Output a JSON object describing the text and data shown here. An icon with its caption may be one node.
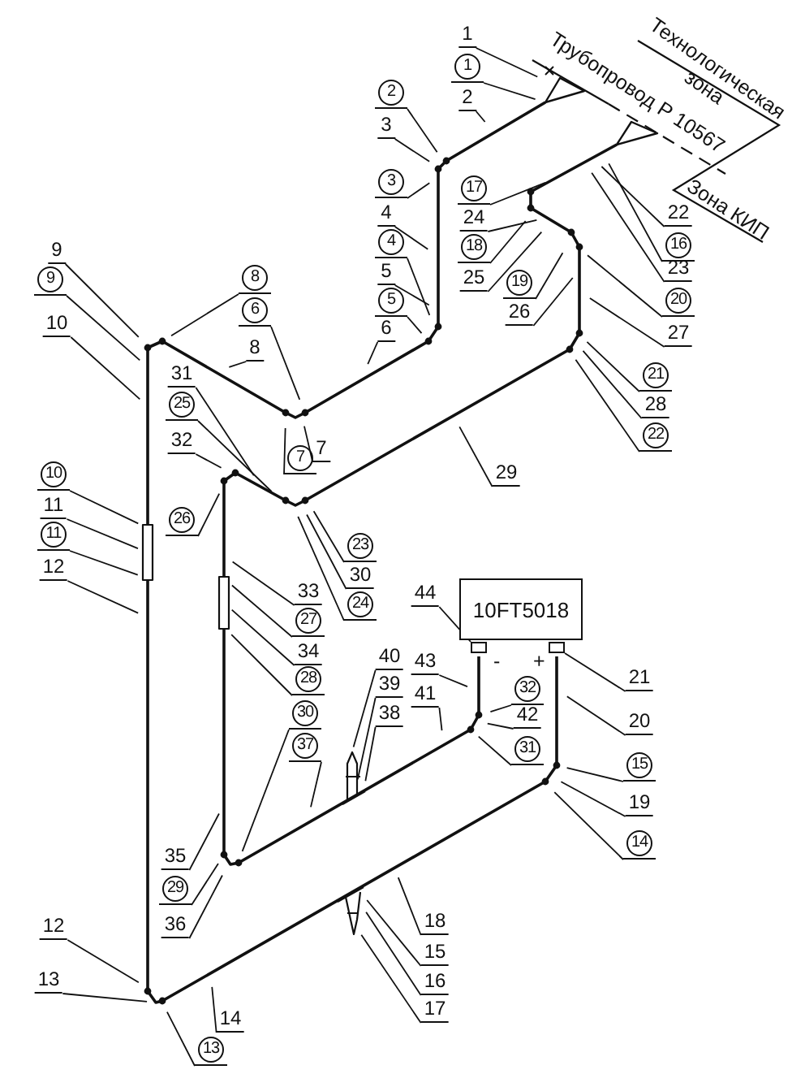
{
  "diagram": {
    "nodes": [
      {
        "text": [
          "10FT5018"
        ]
      },
      {
        "text": [
          "1"
        ]
      },
      {
        "text": [
          "1"
        ]
      },
      {
        "text": [
          "2"
        ]
      },
      {
        "text": [
          "2"
        ]
      },
      {
        "text": [
          "3"
        ]
      },
      {
        "text": [
          "3"
        ]
      },
      {
        "text": [
          "4"
        ]
      },
      {
        "text": [
          "4"
        ]
      },
      {
        "text": [
          "5"
        ]
      },
      {
        "text": [
          "5"
        ]
      },
      {
        "text": [
          "6"
        ]
      },
      {
        "text": [
          "8"
        ]
      },
      {
        "text": [
          "6"
        ]
      },
      {
        "text": [
          "8"
        ]
      },
      {
        "text": [
          "9"
        ]
      },
      {
        "text": [
          "9"
        ]
      },
      {
        "text": [
          "10"
        ]
      },
      {
        "text": [
          "7"
        ]
      },
      {
        "text": [
          "7"
        ]
      },
      {
        "text": [
          "31"
        ]
      },
      {
        "text": [
          "25"
        ]
      },
      {
        "text": [
          "32"
        ]
      },
      {
        "text": [
          "26"
        ]
      },
      {
        "text": [
          "23"
        ]
      },
      {
        "text": [
          "30"
        ]
      },
      {
        "text": [
          "24"
        ]
      },
      {
        "text": [
          "10"
        ]
      },
      {
        "text": [
          "11"
        ]
      },
      {
        "text": [
          "11"
        ]
      },
      {
        "text": [
          "12"
        ]
      },
      {
        "text": [
          "33"
        ]
      },
      {
        "text": [
          "27"
        ]
      },
      {
        "text": [
          "34"
        ]
      },
      {
        "text": [
          "28"
        ]
      },
      {
        "text": [
          "30"
        ]
      },
      {
        "text": [
          "37"
        ]
      },
      {
        "text": [
          "35"
        ]
      },
      {
        "text": [
          "29"
        ]
      },
      {
        "text": [
          "36"
        ]
      },
      {
        "text": [
          "12"
        ]
      },
      {
        "text": [
          "13"
        ]
      },
      {
        "text": [
          "13"
        ]
      },
      {
        "text": [
          "14"
        ]
      },
      {
        "text": [
          "17"
        ]
      },
      {
        "text": [
          "24"
        ]
      },
      {
        "text": [
          "18"
        ]
      },
      {
        "text": [
          "25"
        ]
      },
      {
        "text": [
          "19"
        ]
      },
      {
        "text": [
          "26"
        ]
      },
      {
        "text": [
          "22"
        ]
      },
      {
        "text": [
          "16"
        ]
      },
      {
        "text": [
          "23"
        ]
      },
      {
        "text": [
          "20"
        ]
      },
      {
        "text": [
          "27"
        ]
      },
      {
        "text": [
          "21"
        ]
      },
      {
        "text": [
          "28"
        ]
      },
      {
        "text": [
          "22"
        ]
      },
      {
        "text": [
          "29"
        ]
      },
      {
        "text": [
          "44"
        ]
      },
      {
        "text": [
          "21"
        ]
      },
      {
        "text": [
          "20"
        ]
      },
      {
        "text": [
          "15"
        ]
      },
      {
        "text": [
          "19"
        ]
      },
      {
        "text": [
          "14"
        ]
      },
      {
        "text": [
          "43"
        ]
      },
      {
        "text": [
          "41"
        ]
      },
      {
        "text": [
          "40"
        ]
      },
      {
        "text": [
          "39"
        ]
      },
      {
        "text": [
          "38"
        ]
      },
      {
        "text": [
          "32"
        ]
      },
      {
        "text": [
          "42"
        ]
      },
      {
        "text": [
          "31"
        ]
      },
      {
        "text": [
          "18"
        ]
      },
      {
        "text": [
          "15"
        ]
      },
      {
        "text": [
          "16"
        ]
      },
      {
        "text": [
          "17"
        ]
      },
      {
        "text": [],
        "shape": "box"
      },
      {
        "text": [],
        "shape": "box"
      }
    ],
    "edges": [
      {
        "from": 1,
        "to": null,
        "arrow": "none"
      },
      {
        "from": 2,
        "to": null,
        "arrow": "none"
      },
      {
        "from": 3,
        "to": null,
        "arrow": "none"
      },
      {
        "from": 4,
        "to": null,
        "arrow": "none"
      },
      {
        "from": 5,
        "to": null,
        "arrow": "none"
      },
      {
        "from": 6,
        "to": null,
        "arrow": "none"
      },
      {
        "from": 7,
        "to": null,
        "arrow": "none"
      },
      {
        "from": 8,
        "to": null,
        "arrow": "none"
      },
      {
        "from": 9,
        "to": null,
        "arrow": "none"
      },
      {
        "from": 10,
        "to": null,
        "arrow": "none"
      },
      {
        "from": 11,
        "to": null,
        "arrow": "none"
      },
      {
        "from": 12,
        "to": null,
        "arrow": "none"
      },
      {
        "from": 13,
        "to": null,
        "arrow": "none"
      },
      {
        "from": 14,
        "to": null,
        "arrow": "none"
      },
      {
        "from": 15,
        "to": null,
        "arrow": "none"
      },
      {
        "from": 16,
        "to": null,
        "arrow": "none"
      },
      {
        "from": 17,
        "to": null,
        "arrow": "none"
      },
      {
        "from": 18,
        "to": null,
        "arrow": "none"
      },
      {
        "from": 19,
        "to": null,
        "arrow": "none"
      },
      {
        "from": 20,
        "to": null,
        "arrow": "none"
      },
      {
        "from": 21,
        "to": null,
        "arrow": "none"
      },
      {
        "from": 22,
        "to": null,
        "arrow": "none"
      },
      {
        "from": 23,
        "to": null,
        "arrow": "none"
      },
      {
        "from": 24,
        "to": null,
        "arrow": "none"
      },
      {
        "from": 25,
        "to": null,
        "arrow": "none"
      },
      {
        "from": 26,
        "to": null,
        "arrow": "none"
      },
      {
        "from": 27,
        "to": null,
        "arrow": "none"
      },
      {
        "from": 28,
        "to": null,
        "arrow": "none"
      },
      {
        "from": 29,
        "to": null,
        "arrow": "none"
      },
      {
        "from": 30,
        "to": null,
        "arrow": "none"
      },
      {
        "from": 31,
        "to": null,
        "arrow": "none"
      },
      {
        "from": 32,
        "to": null,
        "arrow": "none"
      },
      {
        "from": 33,
        "to": null,
        "arrow": "none"
      },
      {
        "from": 34,
        "to": null,
        "arrow": "none"
      },
      {
        "from": 35,
        "to": null,
        "arrow": "none"
      },
      {
        "from": 36,
        "to": null,
        "arrow": "none"
      },
      {
        "from": 37,
        "to": null,
        "arrow": "none"
      },
      {
        "from": 38,
        "to": null,
        "arrow": "none"
      },
      {
        "from": 39,
        "to": null,
        "arrow": "none"
      },
      {
        "from": 40,
        "to": null,
        "arrow": "none"
      },
      {
        "from": 41,
        "to": null,
        "arrow": "none"
      },
      {
        "from": 42,
        "to": null,
        "arrow": "none"
      },
      {
        "from": 43,
        "to": null,
        "arrow": "none"
      },
      {
        "from": 44,
        "to": null,
        "arrow": "none"
      },
      {
        "from": 45,
        "to": null,
        "arrow": "none"
      },
      {
        "from": 46,
        "to": null,
        "arrow": "none"
      },
      {
        "from": 47,
        "to": null,
        "arrow": "none"
      },
      {
        "from": 48,
        "to": null,
        "arrow": "none"
      },
      {
        "from": 49,
        "to": null,
        "arrow": "none"
      },
      {
        "from": 50,
        "to": null,
        "arrow": "none"
      },
      {
        "from": 51,
        "to": null,
        "arrow": "none"
      },
      {
        "from": 52,
        "to": null,
        "arrow": "none"
      },
      {
        "from": 53,
        "to": null,
        "arrow": "none"
      },
      {
        "from": 54,
        "to": null,
        "arrow": "none"
      },
      {
        "from": 55,
        "to": null,
        "arrow": "none"
      },
      {
        "from": 56,
        "to": null,
        "arrow": "none"
      },
      {
        "from": 57,
        "to": null,
        "arrow": "none"
      },
      {
        "from": 58,
        "to": null,
        "arrow": "none"
      },
      {
        "from": 59,
        "to": 77,
        "arrow": "none"
      },
      {
        "from": 60,
        "to": 78,
        "arrow": "none"
      },
      {
        "from": 61,
        "to": null,
        "arrow": "none"
      },
      {
        "from": 62,
        "to": null,
        "arrow": "none"
      },
      {
        "from": 63,
        "to": null,
        "arrow": "none"
      },
      {
        "from": 64,
        "to": null,
        "arrow": "none"
      },
      {
        "from": 65,
        "to": null,
        "arrow": "none"
      },
      {
        "from": 66,
        "to": null,
        "arrow": "none"
      },
      {
        "from": 67,
        "to": null,
        "arrow": "none"
      },
      {
        "from": 68,
        "to": null,
        "arrow": "none"
      },
      {
        "from": 69,
        "to": null,
        "arrow": "none"
      },
      {
        "from": 70,
        "to": null,
        "arrow": "none"
      },
      {
        "from": 71,
        "to": null,
        "arrow": "none"
      },
      {
        "from": 72,
        "to": null,
        "arrow": "none"
      },
      {
        "from": 73,
        "to": null,
        "arrow": "none"
      },
      {
        "from": 74,
        "to": null,
        "arrow": "none"
      },
      {
        "from": 75,
        "to": null,
        "arrow": "none"
      },
      {
        "from": 76,
        "to": null,
        "arrow": "none"
      }
    ],
    "labels": [
      "Трубопровод Р 10567",
      "Технологическая зона",
      "Зона КИП",
      "-",
      "+"
    ]
  }
}
